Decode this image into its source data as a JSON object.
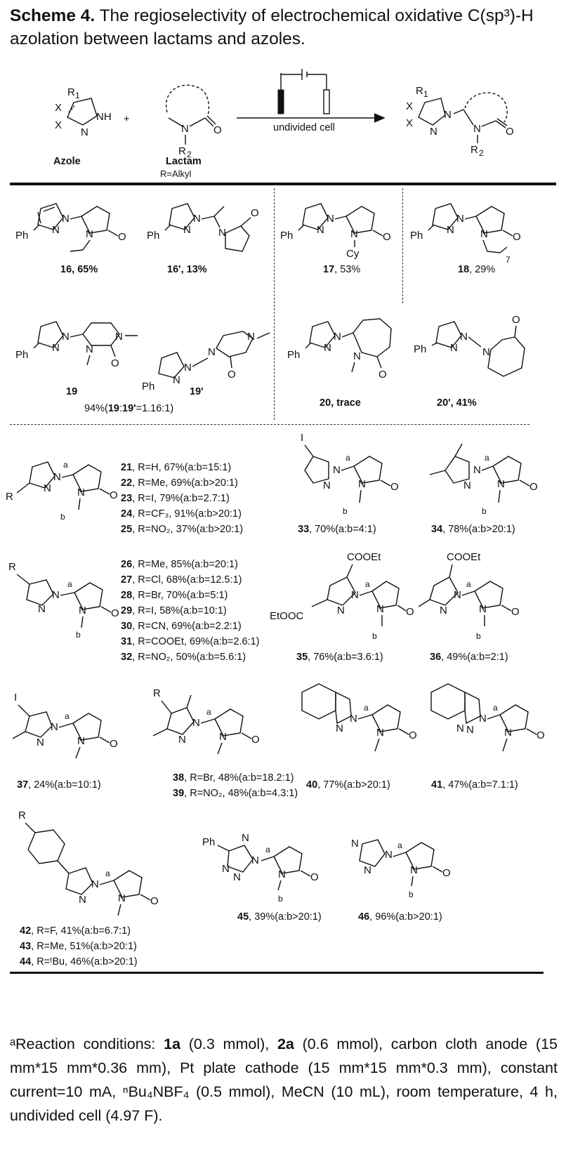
{
  "header": {
    "scheme_label": "Scheme 4.",
    "title_text": "The regioselectivity of electrochemical oxidative C(sp³)-H azolation between lactams and azoles."
  },
  "reaction": {
    "azole_label": "Azole",
    "lactam_label": "Lactam",
    "lactam_note": "R=Alkyl",
    "arrow_label": "undivided cell"
  },
  "compounds": {
    "c16": {
      "num": "16",
      "yield": ", 65%"
    },
    "c16p": {
      "num": "16'",
      "yield": ", 13%"
    },
    "c17": {
      "num": "17",
      "yield": ", 53%"
    },
    "c18": {
      "num": "18",
      "yield": ", 29%"
    },
    "c19": {
      "num": "19"
    },
    "c19p": {
      "num": "19'"
    },
    "c19ratio": {
      "pre": "94%(",
      "a": "19",
      "mid": ":",
      "b": "19'",
      "post": "=1.16:1)"
    },
    "c20": {
      "num": "20",
      "yield": ", trace"
    },
    "c20p": {
      "num": "20'",
      "yield": ", 41%"
    },
    "c21": {
      "num": "21",
      "text": ", R=H, 67%(a:b=15:1)"
    },
    "c22": {
      "num": "22",
      "text": ", R=Me, 69%(a:b>20:1)"
    },
    "c23": {
      "num": "23",
      "text": ", R=I, 79%(a:b=2.7:1)"
    },
    "c24": {
      "num": "24",
      "text": ", R=CF₃, 91%(a:b>20:1)"
    },
    "c25": {
      "num": "25",
      "text": ", R=NO₂, 37%(a:b>20:1)"
    },
    "c26": {
      "num": "26",
      "text": ", R=Me, 85%(a:b=20:1)"
    },
    "c27": {
      "num": "27",
      "text": ", R=Cl, 68%(a:b=12.5:1)"
    },
    "c28": {
      "num": "28",
      "text": ", R=Br, 70%(a:b=5:1)"
    },
    "c29": {
      "num": "29",
      "text": ", R=I, 58%(a:b=10:1)"
    },
    "c30": {
      "num": "30",
      "text": ", R=CN, 69%(a:b=2.2:1)"
    },
    "c31": {
      "num": "31",
      "text": ", R=COOEt, 69%(a:b=2.6:1)"
    },
    "c32": {
      "num": "32",
      "text": ", R=NO₂, 50%(a:b=5.6:1)"
    },
    "c33": {
      "num": "33",
      "text": ", 70%(a:b=4:1)"
    },
    "c34": {
      "num": "34",
      "text": ", 78%(a:b>20:1)"
    },
    "c35": {
      "num": "35",
      "text": ", 76%(a:b=3.6:1)"
    },
    "c36": {
      "num": "36",
      "text": ", 49%(a:b=2:1)"
    },
    "c37": {
      "num": "37",
      "text": ", 24%(a:b=10:1)"
    },
    "c38": {
      "num": "38",
      "text": ", R=Br, 48%(a:b=18.2:1)"
    },
    "c39": {
      "num": "39",
      "text": ", R=NO₂, 48%(a:b=4.3:1)"
    },
    "c40": {
      "num": "40",
      "text": ", 77%(a:b>20:1)"
    },
    "c41": {
      "num": "41",
      "text": ", 47%(a:b=7.1:1)"
    },
    "c42": {
      "num": "42",
      "text": ", R=F, 41%(a:b=6.7:1)"
    },
    "c43": {
      "num": "43",
      "text": ", R=Me, 51%(a:b>20:1)"
    },
    "c44": {
      "num": "44",
      "text": ", R=ᵗBu, 46%(a:b>20:1)"
    },
    "c45": {
      "num": "45",
      "text": ", 39%(a:b>20:1)"
    },
    "c46": {
      "num": "46",
      "text": ", 96%(a:b>20:1)"
    }
  },
  "footnote": {
    "p1": "ᵃReaction conditions: ",
    "b1": "1a",
    "p2": " (0.3 mmol), ",
    "b2": "2a",
    "p3": " (0.6 mmol), carbon cloth anode (15 mm*15 mm*0.36 mm), Pt plate cathode (15 mm*15 mm*0.3 mm), constant current=10 mA, ⁿBu₄NBF₄ (0.5 mmol), MeCN (10 mL), room temperature, 4 h, undivided cell (4.97 F)."
  }
}
